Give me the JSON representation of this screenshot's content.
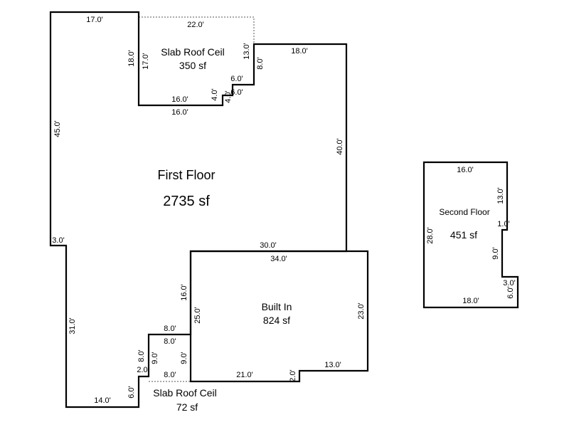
{
  "areas": {
    "first_floor": {
      "name": "First Floor",
      "sf": "2735 sf"
    },
    "slab_top": {
      "name": "Slab Roof Ceil",
      "sf": "350 sf"
    },
    "built_in": {
      "name": "Built In",
      "sf": "824 sf"
    },
    "slab_bottom": {
      "name": "Slab Roof Ceil",
      "sf": "72 sf"
    },
    "second_floor": {
      "name": "Second Floor",
      "sf": "451 sf"
    }
  },
  "dimensions": {
    "d_17_top": "17.0'",
    "d_22_dotted": "22.0'",
    "d_18_left_slab": "18.0'",
    "d_17_left_slab_inner": "17.0'",
    "d_13_slab_right": "13.0'",
    "d_8_step": "8.0'",
    "d_18_top_right": "18.0'",
    "d_6_step_top": "6.0'",
    "d_6_step_bottom": "6.0'",
    "d_4_step_a": "4.0'",
    "d_4_step_b": "4.0'",
    "d_16_slab_bottom_inner": "16.0'",
    "d_16_slab_bottom_outer": "16.0'",
    "d_45_left": "45.0'",
    "d_40_right": "40.0'",
    "d_3_notch": "3.0'",
    "d_31_left_lower": "31.0'",
    "d_30_garage_top": "30.0'",
    "d_34_garage_top": "34.0'",
    "d_16_garage_left": "16.0'",
    "d_25_garage_left": "25.0'",
    "d_23_garage_right": "23.0'",
    "d_8_a": "8.0'",
    "d_8_b": "8.0'",
    "d_8_c": "8.0'",
    "d_8_d": "8.0'",
    "d_9_a": "9.0'",
    "d_9_b": "9.0'",
    "d_2_a": "2.0",
    "d_2_b": "2.0'",
    "d_6_bottom": "6.0'",
    "d_14_bottom": "14.0'",
    "d_21_bottom": "21.0'",
    "d_13_bottom": "13.0'",
    "d_16_second_top": "16.0'",
    "d_13_second_right": "13.0'",
    "d_1_second": "1.0'",
    "d_28_second_left": "28.0'",
    "d_9_second_right": "9.0'",
    "d_3_second": "3.0'",
    "d_6_second": "6.0'",
    "d_18_second_bottom": "18.0'"
  }
}
